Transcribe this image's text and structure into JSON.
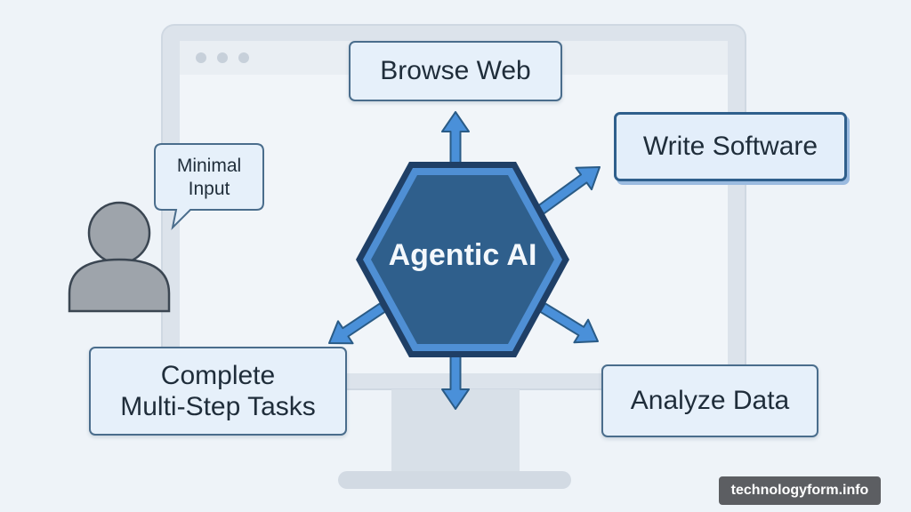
{
  "diagram": {
    "center_label": "Agentic AI",
    "user_bubble": [
      "Minimal",
      "Input"
    ],
    "nodes": {
      "browse": "Browse Web",
      "write": "Write Software",
      "analyze": "Analyze Data",
      "complete": [
        "Complete",
        "Multi-Step Tasks"
      ]
    }
  },
  "watermark": "technologyform.info",
  "colors": {
    "hex_fill": "#2f5f8c",
    "hex_border": "#1f3f66",
    "hex_inner_border": "#4f8fd4",
    "arrow": "#4a90d9",
    "arrow_outline": "#2a5b86",
    "box_fill": "#e6f0fa",
    "box_border": "#4a6d8c",
    "monitor": "#d5dde6",
    "person": "#9ea4ab"
  }
}
